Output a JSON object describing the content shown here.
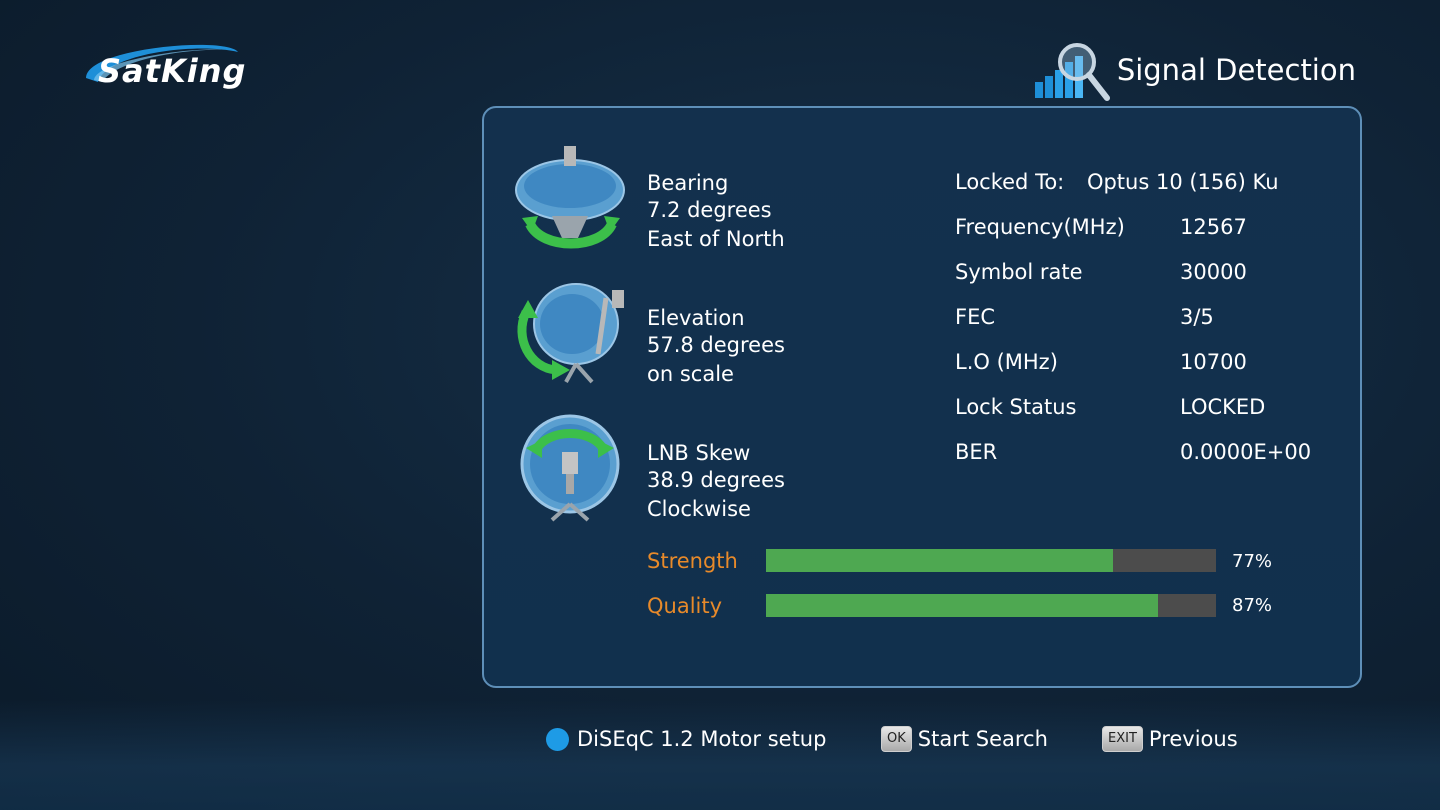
{
  "brand": {
    "logo_text": "SatKing"
  },
  "header": {
    "title": "Signal Detection",
    "icon": "magnifier-signal-icon"
  },
  "dish": {
    "bearing": {
      "label": "Bearing",
      "value": "7.2 degrees",
      "reference": "East of North",
      "icon": "dish-rotate-icon"
    },
    "elevation": {
      "label": "Elevation",
      "value": "57.8 degrees",
      "reference": "on scale",
      "icon": "dish-tilt-icon"
    },
    "skew": {
      "label": "LNB Skew",
      "value": "38.9 degrees",
      "reference": "Clockwise",
      "icon": "lnb-skew-icon"
    }
  },
  "info": {
    "locked_to": {
      "label": "Locked To:",
      "value": "Optus 10 (156) Ku"
    },
    "rows": [
      {
        "label": "Frequency(MHz)",
        "value": "12567"
      },
      {
        "label": "Symbol rate",
        "value": "30000"
      },
      {
        "label": "FEC",
        "value": "3/5"
      },
      {
        "label": "L.O (MHz)",
        "value": "10700"
      },
      {
        "label": "Lock Status",
        "value": "LOCKED"
      },
      {
        "label": "BER",
        "value": "0.0000E+00"
      }
    ]
  },
  "meters": [
    {
      "label": "Strength",
      "percent": 77,
      "percent_text": "77%"
    },
    {
      "label": "Quality",
      "percent": 87,
      "percent_text": "87%"
    }
  ],
  "footer": {
    "motor_setup": {
      "label": "DiSEqC 1.2 Motor setup",
      "key_color": "#1e9be6"
    },
    "start_search": {
      "key": "OK",
      "label": "Start Search"
    },
    "previous": {
      "key": "EXIT",
      "label": "Previous"
    }
  },
  "colors": {
    "accent_orange": "#e88a2a",
    "bar_fill": "#4ea851",
    "bar_track": "#4c4c4c",
    "panel_border": "#5e8fb8"
  }
}
